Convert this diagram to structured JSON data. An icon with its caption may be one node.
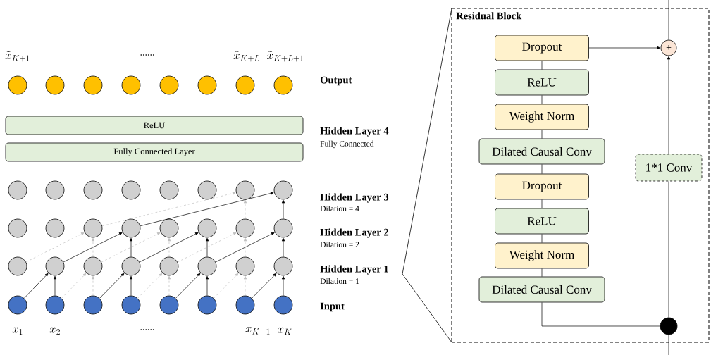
{
  "diagram": {
    "nodes": [
      {
        "text": [],
        "shape": "circle"
      },
      {
        "text": [],
        "shape": "circle"
      },
      {
        "text": [],
        "shape": "circle"
      },
      {
        "text": [],
        "shape": "circle"
      },
      {
        "text": [],
        "shape": "circle"
      },
      {
        "text": [],
        "shape": "circle"
      },
      {
        "text": [],
        "shape": "circle"
      },
      {
        "text": [],
        "shape": "circle"
      },
      {
        "text": [
          "ReLU"
        ]
      },
      {
        "text": [
          "Fully Connected Layer"
        ]
      },
      {
        "text": [],
        "shape": "circle"
      },
      {
        "text": [],
        "shape": "circle"
      },
      {
        "text": [],
        "shape": "circle"
      },
      {
        "text": [],
        "shape": "circle"
      },
      {
        "text": [],
        "shape": "circle"
      },
      {
        "text": [],
        "shape": "circle"
      },
      {
        "text": [],
        "shape": "circle"
      },
      {
        "text": [],
        "shape": "circle"
      },
      {
        "text": [],
        "shape": "circle"
      },
      {
        "text": [],
        "shape": "circle"
      },
      {
        "text": [],
        "shape": "circle"
      },
      {
        "text": [],
        "shape": "circle"
      },
      {
        "text": [],
        "shape": "circle"
      },
      {
        "text": [],
        "shape": "circle"
      },
      {
        "text": [],
        "shape": "circle"
      },
      {
        "text": [],
        "shape": "circle"
      },
      {
        "text": [],
        "shape": "circle"
      },
      {
        "text": [],
        "shape": "circle"
      },
      {
        "text": [],
        "shape": "circle"
      },
      {
        "text": [],
        "shape": "circle"
      },
      {
        "text": [],
        "shape": "circle"
      },
      {
        "text": [],
        "shape": "circle"
      },
      {
        "text": [],
        "shape": "circle"
      },
      {
        "text": [],
        "shape": "circle"
      },
      {
        "text": [],
        "shape": "circle"
      },
      {
        "text": [],
        "shape": "circle"
      },
      {
        "text": [],
        "shape": "circle"
      },
      {
        "text": [],
        "shape": "circle"
      },
      {
        "text": [],
        "shape": "circle"
      },
      {
        "text": [],
        "shape": "circle"
      },
      {
        "text": [],
        "shape": "circle"
      },
      {
        "text": [],
        "shape": "circle"
      },
      {
        "text": [
          "Residual Block"
        ]
      },
      {
        "text": [
          "Dropout"
        ],
        "in": 42
      },
      {
        "text": [
          "ReLU"
        ],
        "in": 42
      },
      {
        "text": [
          "Weight Norm"
        ],
        "in": 42
      },
      {
        "text": [
          "Dilated Causal Conv"
        ],
        "in": 42
      },
      {
        "text": [
          "Dropout"
        ],
        "in": 42
      },
      {
        "text": [
          "ReLU"
        ],
        "in": 42
      },
      {
        "text": [
          "Weight Norm"
        ],
        "in": 42
      },
      {
        "text": [
          "Dilated Causal Conv"
        ],
        "in": 42
      },
      {
        "text": [
          "1*1 Conv"
        ],
        "in": 42
      },
      {
        "text": [
          "+"
        ],
        "in": 42
      },
      {
        "text": [],
        "shape": "circle",
        "in": 42
      }
    ],
    "edges": [
      {
        "from": 34,
        "to": 27,
        "arrow": "to"
      },
      {
        "from": 35,
        "to": 27,
        "arrow": "to"
      },
      {
        "from": 36,
        "to": 29,
        "arrow": "to"
      },
      {
        "from": 37,
        "to": 29,
        "arrow": "to"
      },
      {
        "from": 38,
        "to": 31,
        "arrow": "to"
      },
      {
        "from": 39,
        "to": 31,
        "arrow": "to"
      },
      {
        "from": 40,
        "to": 33,
        "arrow": "to"
      },
      {
        "from": 41,
        "to": 33,
        "arrow": "to"
      },
      {
        "from": 35,
        "to": 28,
        "arrow": "to",
        "style": "dashed",
        "color": "#bfbfbf"
      },
      {
        "from": 36,
        "to": 28,
        "arrow": "to",
        "style": "dashed",
        "color": "#bfbfbf"
      },
      {
        "from": 37,
        "to": 30,
        "arrow": "to",
        "style": "dashed",
        "color": "#bfbfbf"
      },
      {
        "from": 38,
        "to": 30,
        "arrow": "to",
        "style": "dashed",
        "color": "#bfbfbf"
      },
      {
        "from": 39,
        "to": 32,
        "arrow": "to",
        "style": "dashed",
        "color": "#bfbfbf"
      },
      {
        "from": 40,
        "to": 32,
        "arrow": "to",
        "style": "dashed",
        "color": "#bfbfbf"
      },
      {
        "from": 27,
        "to": 21,
        "arrow": "to"
      },
      {
        "from": 29,
        "to": 21,
        "arrow": "to"
      },
      {
        "from": 29,
        "to": 23,
        "arrow": "to"
      },
      {
        "from": 31,
        "to": 23,
        "arrow": "to"
      },
      {
        "from": 31,
        "to": 25,
        "arrow": "to"
      },
      {
        "from": 33,
        "to": 25,
        "arrow": "to"
      },
      {
        "from": 26,
        "to": 20,
        "arrow": "to",
        "style": "dashed",
        "color": "#bfbfbf"
      },
      {
        "from": 28,
        "to": 20,
        "arrow": "to",
        "style": "dashed",
        "color": "#bfbfbf"
      },
      {
        "from": 28,
        "to": 22,
        "arrow": "to",
        "style": "dashed",
        "color": "#bfbfbf"
      },
      {
        "from": 30,
        "to": 22,
        "arrow": "to",
        "style": "dashed",
        "color": "#bfbfbf"
      },
      {
        "from": 30,
        "to": 24,
        "arrow": "to",
        "style": "dashed",
        "color": "#bfbfbf"
      },
      {
        "from": 32,
        "to": 24,
        "arrow": "to",
        "style": "dashed",
        "color": "#bfbfbf"
      },
      {
        "from": 21,
        "to": 17,
        "arrow": "to"
      },
      {
        "from": 25,
        "to": 17,
        "arrow": "to"
      },
      {
        "from": 20,
        "to": 16,
        "arrow": "to",
        "style": "dashed",
        "color": "#bfbfbf"
      },
      {
        "from": 24,
        "to": 16,
        "arrow": "to",
        "style": "dashed",
        "color": "#bfbfbf"
      },
      {
        "from": 43,
        "to": 52,
        "arrow": "to"
      },
      {
        "from": 43,
        "to": 44,
        "arrow": "none"
      },
      {
        "from": 44,
        "to": 45,
        "arrow": "none"
      },
      {
        "from": 45,
        "to": 46,
        "arrow": "none"
      },
      {
        "from": 46,
        "to": 47,
        "arrow": "none"
      },
      {
        "from": 47,
        "to": 48,
        "arrow": "none"
      },
      {
        "from": 48,
        "to": 49,
        "arrow": "none"
      },
      {
        "from": 49,
        "to": 50,
        "arrow": "none"
      },
      {
        "from": 50,
        "to": 53,
        "arrow": "none"
      },
      {
        "from": 53,
        "to": 51,
        "arrow": "none"
      },
      {
        "from": 51,
        "to": 52,
        "arrow": "to"
      },
      {
        "from": 52,
        "to": null,
        "arrow": "none"
      },
      {
        "from": null,
        "to": 53,
        "arrow": "none"
      }
    ],
    "labels": [
      "\\tilde{x}_{K+1}",
      "......",
      "\\tilde{x}_{K+L}",
      "\\tilde{x}_{K+L+1}",
      "Output",
      "Hidden Layer 4",
      "Fully Connected",
      "Hidden Layer 3",
      "Dilation = 4",
      "Hidden Layer 2",
      "Dilation = 2",
      "Hidden Layer 1",
      "Dilation = 1",
      "Input",
      "x_1",
      "x_2",
      "......",
      "x_{K-1}",
      "x_K"
    ]
  }
}
